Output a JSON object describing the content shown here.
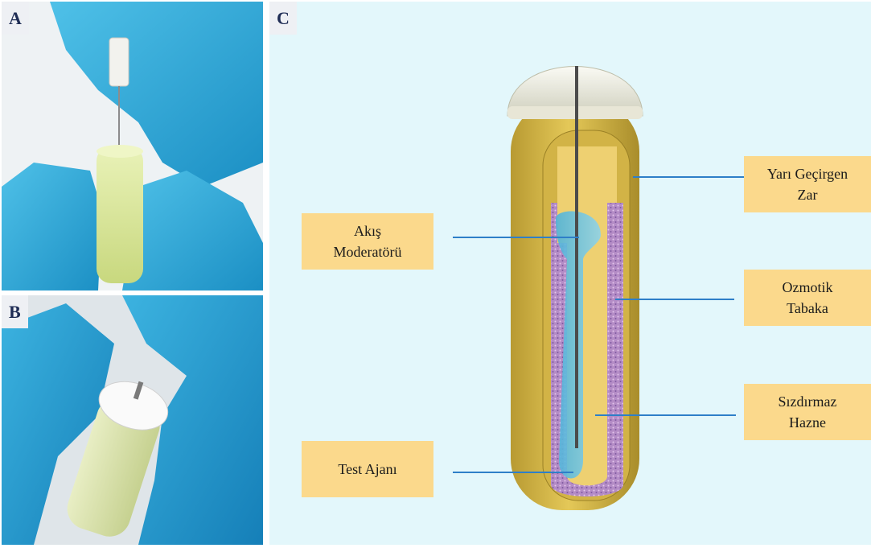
{
  "panels": {
    "a": {
      "letter": "A"
    },
    "b": {
      "letter": "B"
    },
    "c": {
      "letter": "C"
    }
  },
  "labels": {
    "akis": "Akış\nModeratörü",
    "test": "Test Ajanı",
    "yari": "Yarı Geçirgen\nZar",
    "ozmotik": "Ozmotik\nTabaka",
    "sizdirmaz": "Sızdırmaz\nHazne"
  },
  "colors": {
    "glove": "#2fa6d6",
    "pump_gold": "#d9b84a",
    "label_box": "#fbd98c",
    "leader_line": "#2e7fc8",
    "background_c": "#e3f7fb"
  }
}
